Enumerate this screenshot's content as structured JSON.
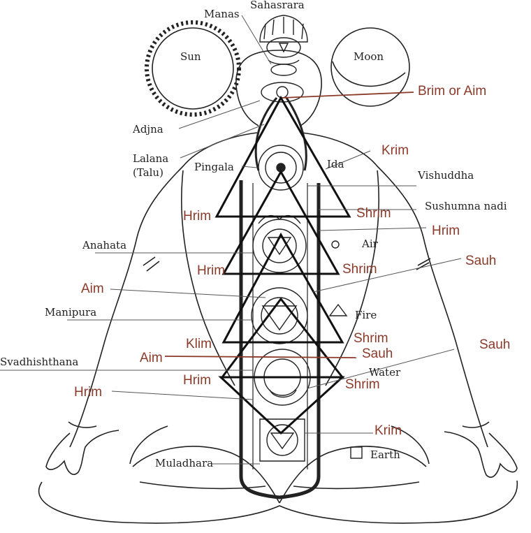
{
  "colors": {
    "ink": "#222222",
    "accent": "#8b3a2a",
    "background": "#ffffff"
  },
  "labels": {
    "sahasrara": "Sahasrara",
    "manas": "Manas",
    "sun": "Sun",
    "moon": "Moon",
    "adjna": "Adjna",
    "lalana": "Lalana",
    "talu": "(Talu)",
    "pingala": "Pingala",
    "ida": "Ida",
    "vishuddha": "Vishuddha",
    "sushumna": "Sushumna nadi",
    "anahata": "Anahata",
    "air": "Air",
    "manipura": "Manipura",
    "fire": "Fire",
    "svadhishthana": "Svadhishthana",
    "water": "Water",
    "muladhara": "Muladhara",
    "earth": "Earth"
  },
  "mantras": {
    "brim_or_aim": "Brim or Aim",
    "krim_top": "Krim",
    "hrim_left1": "Hrim",
    "shrim_right1": "Shrim",
    "hrim_right1": "Hrim",
    "hrim_left2": "Hrim",
    "shrim_right2": "Shrim",
    "sauh_right1": "Sauh",
    "aim_left1": "Aim",
    "klim": "Klim",
    "shrim_right3": "Shrim",
    "sauh_mid": "Sauh",
    "sauh_far_right": "Sauh",
    "aim_left2": "Aim",
    "hrim_left3": "Hrim",
    "shrim_right4": "Shrim",
    "hrim_far_left": "Hrim",
    "krim_bottom": "Krim"
  }
}
